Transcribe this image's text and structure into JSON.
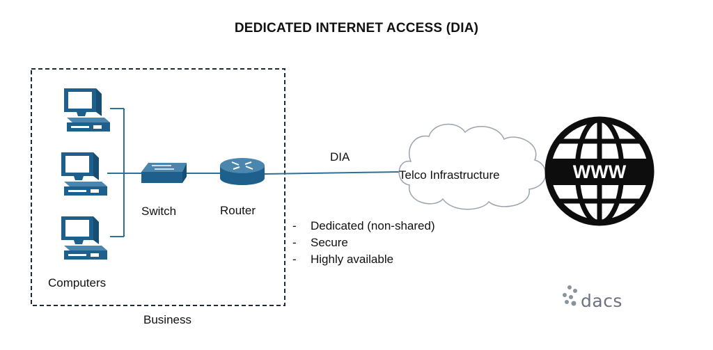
{
  "title": "DEDICATED INTERNET ACCESS (DIA)",
  "nodes": {
    "computers": "Computers",
    "switch": "Switch",
    "router": "Router",
    "business": "Business",
    "telco": "Telco Infrastructure",
    "internet": "WWW"
  },
  "link_label": "DIA",
  "features": [
    "Dedicated (non-shared)",
    "Secure",
    "Highly available"
  ],
  "logo": {
    "text": "dacs",
    "icon": "dots-cluster-icon"
  },
  "colors": {
    "device_blue": "#1f5f8b",
    "link_line": "#2d6f96",
    "cloud_stroke": "#9aa3ad",
    "globe": "#0d0d0d",
    "logo_gray": "#6b7280"
  }
}
